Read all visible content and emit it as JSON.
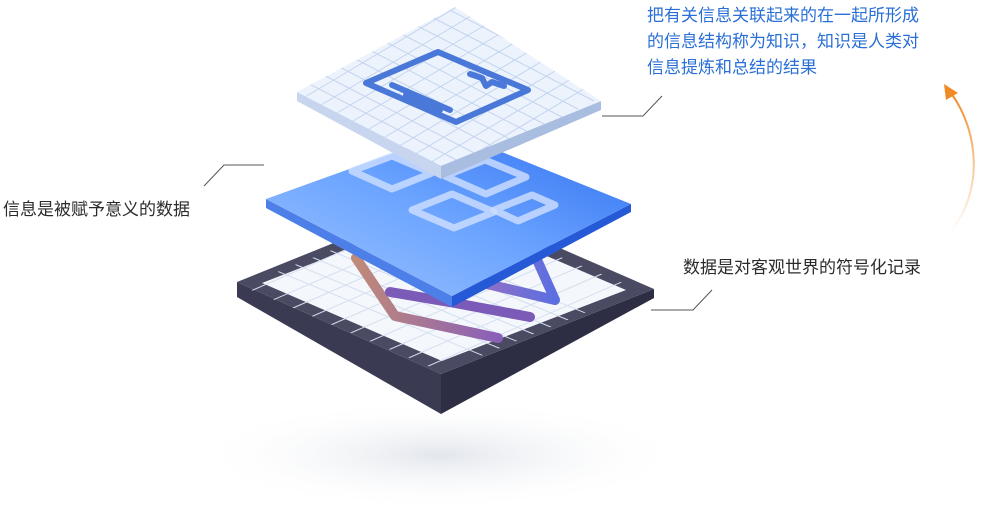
{
  "labels": {
    "knowledge": {
      "lines": [
        "把有关信息关联起来的在一起所形成",
        "的信息结构称为知识，知识是人类对",
        "信息提炼和总结的结果"
      ]
    },
    "information": "信息是被赋予意义的数据",
    "data": "数据是对客观世界的符号化记录"
  },
  "colors": {
    "knowledge_text": "#2a6fd6",
    "body_text": "#2b2b2b",
    "dark_frame": "#4a4b63",
    "blue_layer": "#3b82f6",
    "grid_line": "#c9daf3",
    "accent_arrow": "#f08a24"
  },
  "icons": {
    "knowledge_layer": "document-icon",
    "information_layer": "grid-blocks-icon",
    "data_layer": "line-chart-icon",
    "arrow": "curved-up-arrow-icon"
  }
}
